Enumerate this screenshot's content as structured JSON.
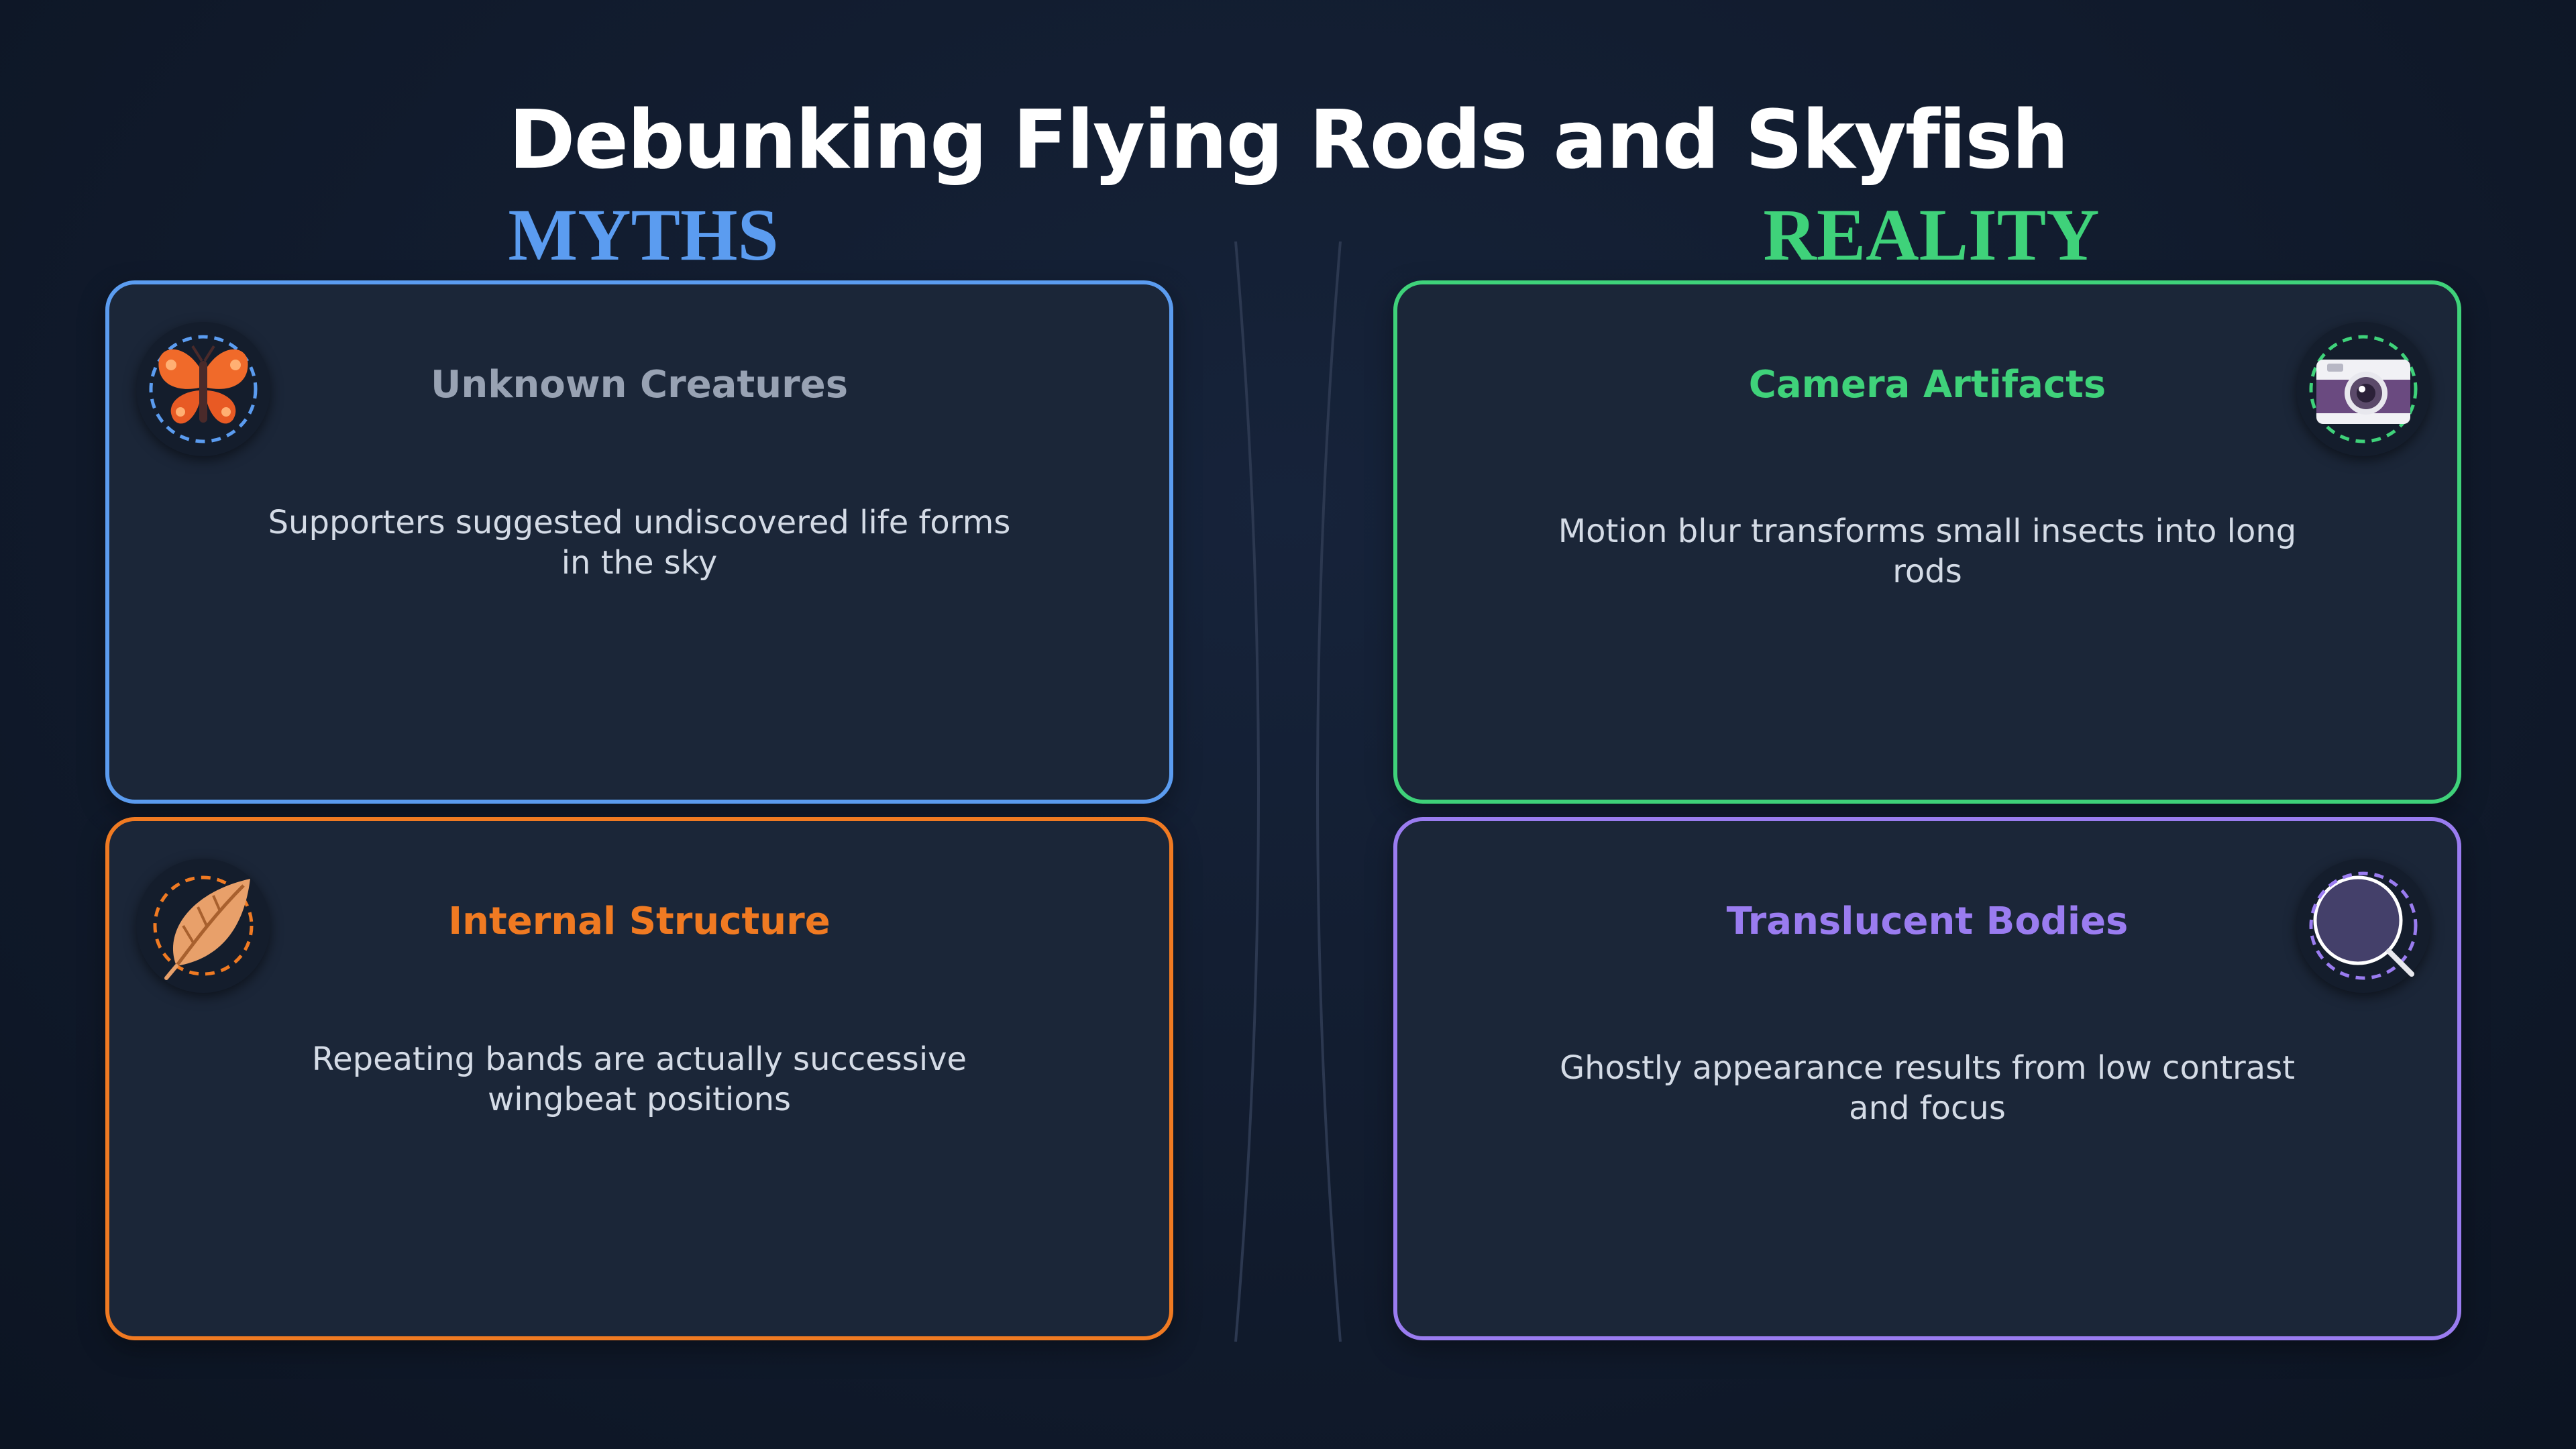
{
  "title": "Debunking Flying Rods and Skyfish",
  "columns": {
    "myths_heading": "MYTHS",
    "reality_heading": "REALITY"
  },
  "colors": {
    "myths": "#5b9cf0",
    "reality": "#3fd27a",
    "orange": "#f07a22",
    "purple": "#9a7cf0",
    "creature_title": "#98a2b3"
  },
  "cards": [
    {
      "title": "Unknown Creatures",
      "description": "Supporters suggested undiscovered life forms in the sky",
      "icon": "butterfly-icon"
    },
    {
      "title": "Internal Structure",
      "description": "Repeating bands are actually successive wingbeat positions",
      "icon": "leaf-icon"
    },
    {
      "title": "Camera Artifacts",
      "description": "Motion blur transforms small insects into long rods",
      "icon": "camera-icon"
    },
    {
      "title": "Translucent Bodies",
      "description": "Ghostly appearance results from low contrast and focus",
      "icon": "magnifier-icon"
    }
  ]
}
